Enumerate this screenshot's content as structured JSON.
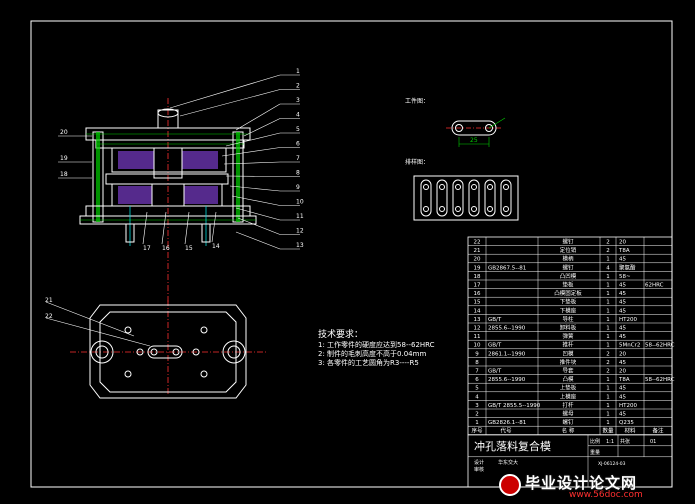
{
  "callouts_right": [
    "1",
    "2",
    "3",
    "4",
    "5",
    "6",
    "7",
    "8",
    "9",
    "10",
    "11",
    "12",
    "13"
  ],
  "callouts_left": [
    "20",
    "19",
    "18"
  ],
  "callouts_bottom": [
    "17",
    "16",
    "15",
    "14"
  ],
  "callouts_plan": [
    "21",
    "22"
  ],
  "workpiece_label": "工件图：",
  "strip_label": "排样图：",
  "dim_value": "25",
  "tech": {
    "title": "技术要求：",
    "lines": [
      "1: 工作零件的硬度应达到58--62HRC",
      "2: 制件的毛刺高度不高于0.04mm",
      "3: 各零件的工艺圆角为R3----R5"
    ]
  },
  "bom": [
    {
      "no": "22",
      "code": "",
      "name": "螺钉",
      "qty": "2",
      "mat": "20",
      "note": ""
    },
    {
      "no": "21",
      "code": "",
      "name": "定位销",
      "qty": "2",
      "mat": "T8A",
      "note": ""
    },
    {
      "no": "20",
      "code": "",
      "name": "模柄",
      "qty": "1",
      "mat": "45",
      "note": ""
    },
    {
      "no": "19",
      "code": "GB2867.5--81",
      "name": "螺钉",
      "qty": "4",
      "mat": "聚氨酯",
      "note": ""
    },
    {
      "no": "18",
      "code": "",
      "name": "凸凹模",
      "qty": "1",
      "mat": "58~",
      "note": ""
    },
    {
      "no": "17",
      "code": "",
      "name": "垫板",
      "qty": "1",
      "mat": "45",
      "note": "62HRC"
    },
    {
      "no": "16",
      "code": "",
      "name": "凸模固定板",
      "qty": "1",
      "mat": "45",
      "note": ""
    },
    {
      "no": "15",
      "code": "",
      "name": "下垫板",
      "qty": "1",
      "mat": "45",
      "note": ""
    },
    {
      "no": "14",
      "code": "",
      "name": "下模座",
      "qty": "1",
      "mat": "45",
      "note": ""
    },
    {
      "no": "13",
      "code": "GB/T",
      "name": "导柱",
      "qty": "1",
      "mat": "HT200",
      "note": ""
    },
    {
      "no": "12",
      "code": "2855.6--1990",
      "name": "卸料板",
      "qty": "1",
      "mat": "45",
      "note": ""
    },
    {
      "no": "11",
      "code": "",
      "name": "弹簧",
      "qty": "1",
      "mat": "45",
      "note": ""
    },
    {
      "no": "10",
      "code": "GB/T",
      "name": "推杆",
      "qty": "1",
      "mat": "5MnCr2",
      "note": "58--62HRC"
    },
    {
      "no": "9",
      "code": "2861.1--1990",
      "name": "凹模",
      "qty": "2",
      "mat": "20",
      "note": ""
    },
    {
      "no": "8",
      "code": "",
      "name": "推件块",
      "qty": "2",
      "mat": "45",
      "note": ""
    },
    {
      "no": "7",
      "code": "GB/T",
      "name": "导套",
      "qty": "2",
      "mat": "20",
      "note": ""
    },
    {
      "no": "6",
      "code": "2855.6--1990",
      "name": "凸模",
      "qty": "1",
      "mat": "T8A",
      "note": "58--62HRC"
    },
    {
      "no": "5",
      "code": "",
      "name": "上垫板",
      "qty": "1",
      "mat": "45",
      "note": ""
    },
    {
      "no": "4",
      "code": "",
      "name": "上模座",
      "qty": "1",
      "mat": "45",
      "note": ""
    },
    {
      "no": "3",
      "code": "GB/T 2855.5--1990",
      "name": "打杆",
      "qty": "1",
      "mat": "HT200",
      "note": ""
    },
    {
      "no": "2",
      "code": "",
      "name": "螺母",
      "qty": "1",
      "mat": "45",
      "note": ""
    },
    {
      "no": "1",
      "code": "GB2826.1--81",
      "name": "螺钉",
      "qty": "1",
      "mat": "Q235",
      "note": ""
    }
  ],
  "bom_header": {
    "no": "序号",
    "code": "代号",
    "name": "名 称",
    "qty": "数量",
    "mat": "材料",
    "note": "备注"
  },
  "title_block": {
    "title": "冲孔落料复合模",
    "ratio_label": "比例",
    "ratio": "1:1",
    "sheet_label": "共张",
    "sheet": "01",
    "weight_label": "重量",
    "design": "设计",
    "check": "审核",
    "school": "华东交大",
    "drawing_no": "XJ-06124-03"
  },
  "watermark": {
    "main": "毕业设计论文网",
    "url": "www.56doc.com"
  },
  "colors": {
    "frame": "#ffffff",
    "part": "#ffffff",
    "label": "#ffffff",
    "hatch": "#9b4dff",
    "red": "#ff3030",
    "green": "#00d000",
    "cyan": "#00d8d8",
    "yellow": "#e8e800"
  }
}
